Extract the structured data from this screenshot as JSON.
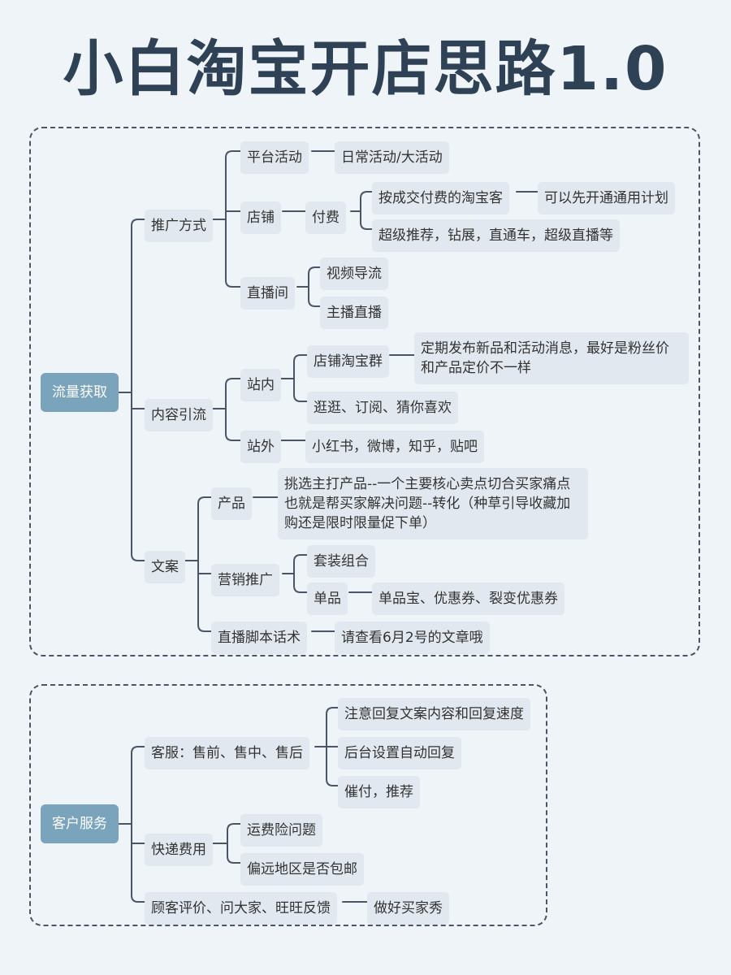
{
  "title": "小白淘宝开店思路1.0",
  "section1": {
    "root": "流量获取",
    "promo": {
      "label": "推广方式",
      "platform": {
        "label": "平台活动",
        "detail": "日常活动/大活动"
      },
      "shop": {
        "label": "店铺",
        "paid": {
          "label": "付费",
          "taobaoke": {
            "label": "按成交付费的淘宝客",
            "detail": "可以先开通通用计划"
          },
          "others": "超级推荐，钻展，直通车，超级直播等"
        }
      },
      "live": {
        "label": "直播间",
        "items": [
          "视频导流",
          "主播直播"
        ]
      }
    },
    "content": {
      "label": "内容引流",
      "inside": {
        "label": "站内",
        "group": {
          "label": "店铺淘宝群",
          "detail": "定期发布新品和活动消息，最好是粉丝价和产品定价不一样"
        },
        "browse": "逛逛、订阅、猜你喜欢"
      },
      "outside": {
        "label": "站外",
        "detail": "小红书，微博，知乎，贴吧"
      }
    },
    "copy": {
      "label": "文案",
      "product": {
        "label": "产品",
        "detail": "挑选主打产品--一个主要核心卖点切合买家痛点也就是帮买家解决问题--转化（种草引导收藏加购还是限时限量促下单）"
      },
      "marketing": {
        "label": "营销推广",
        "bundle": "套装组合",
        "single": {
          "label": "单品",
          "detail": "单品宝、优惠券、裂变优惠券"
        }
      },
      "script": {
        "label": "直播脚本话术",
        "detail": "请查看6月2号的文章哦"
      }
    }
  },
  "section2": {
    "root": "客户服务",
    "cs": {
      "label": "客服：售前、售中、售后",
      "items": [
        "注意回复文案内容和回复速度",
        "后台设置自动回复",
        "催付，推荐"
      ]
    },
    "shipping": {
      "label": "快递费用",
      "items": [
        "运费险问题",
        "偏远地区是否包邮"
      ]
    },
    "review": {
      "label": "顾客评价、问大家、旺旺反馈",
      "detail": "做好买家秀"
    }
  }
}
